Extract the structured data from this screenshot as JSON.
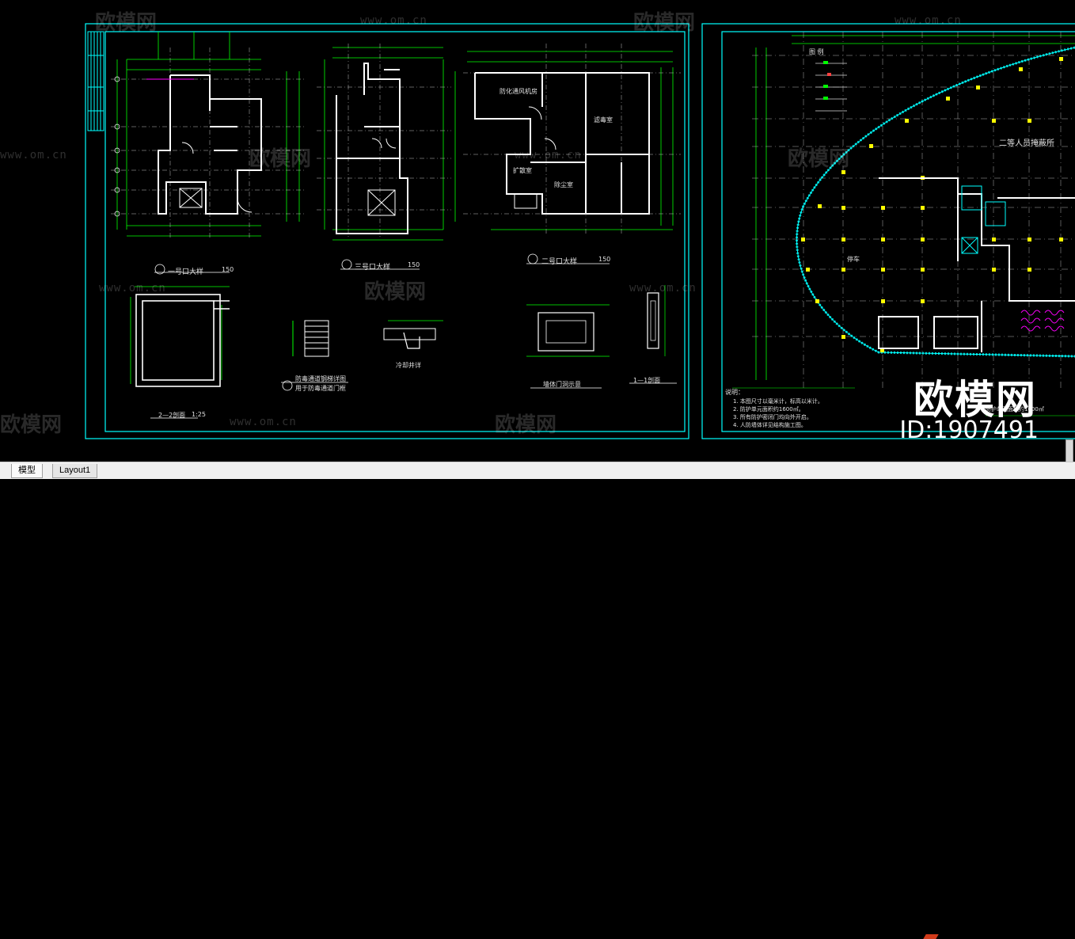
{
  "drawing": {
    "left_sheet_labels": {
      "plan_1": "一号口大样",
      "plan_1_scale": "150",
      "plan_2": "三号口大样",
      "plan_2_scale": "150",
      "plan_3": "二号口大样",
      "plan_3_scale": "150",
      "section_22": "2—2剖面",
      "section_22_scale": "1:25",
      "detail_1": "防毒通道钢梯详图",
      "detail_1_sub": "用于防毒通道门框",
      "detail_2": "冷却井详",
      "detail_3": "墙体门洞示意",
      "section_11": "1—1剖面",
      "room_1": "防化通风机房",
      "room_2": "扩散室",
      "room_3": "除尘室",
      "room_4": "滤毒室"
    },
    "right_sheet_labels": {
      "title": "二等人员掩蔽所",
      "legend_title": "图  例",
      "notes_title": "说明：",
      "note_lines": [
        "1. 本图尺寸以毫米计，标高以米计。",
        "2. 防护单元面积约1600㎡。",
        "3. 所有防护密闭门均向外开启。",
        "4. 人防墙体详见结构施工图。"
      ],
      "area_label": "停车",
      "stamp": "防护单元面积约1600㎡"
    }
  },
  "watermarks": {
    "brand": "欧模网",
    "url": "www.om.cn",
    "big_brand": "欧模网",
    "big_id": "ID:1907491"
  },
  "tabs": [
    {
      "label": "模型",
      "active": true
    },
    {
      "label": "Layout1",
      "active": false
    }
  ],
  "colors": {
    "background": "#000000",
    "frame": "#00ffff",
    "wall": "#ffffff",
    "dimension": "#00ff00",
    "column": "#ffff00",
    "accent_magenta": "#ff00ff"
  }
}
